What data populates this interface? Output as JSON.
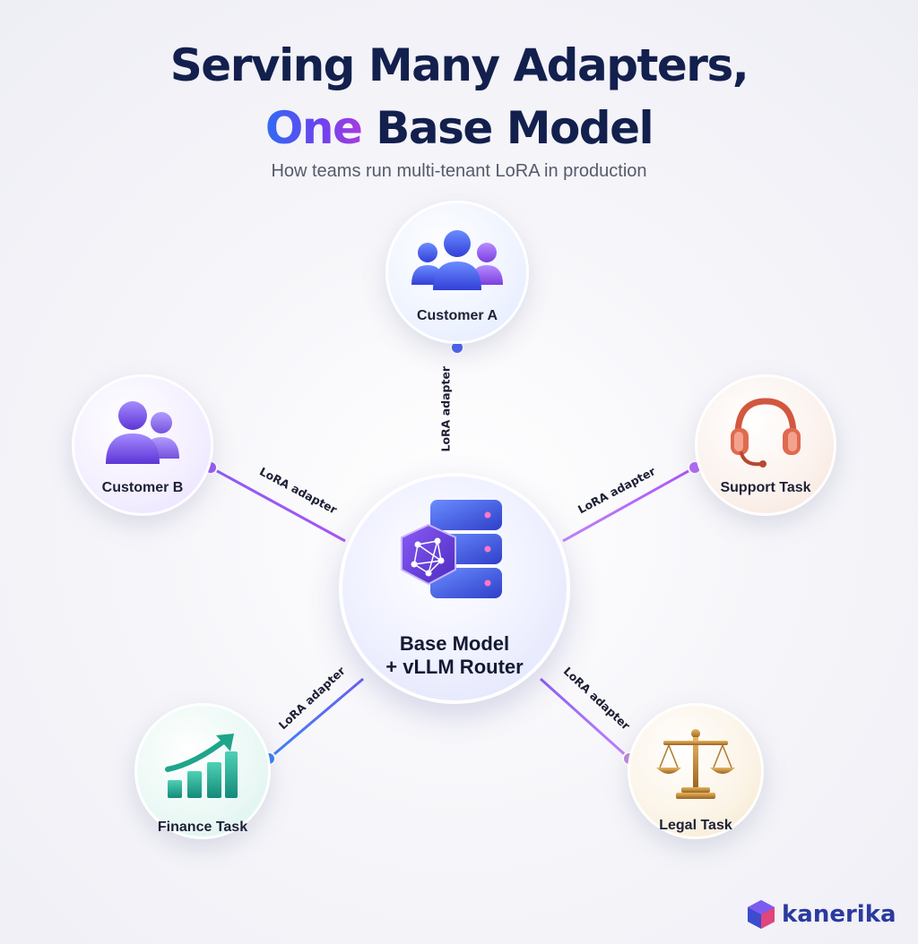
{
  "header": {
    "title_line1": "Serving Many Adapters,",
    "title_line2_accent": "One",
    "title_line2_rest": " Base Model",
    "subtitle": "How teams run multi-tenant LoRA in production"
  },
  "hub": {
    "line1": "Base Model",
    "line2": "+ vLLM Router",
    "icon": "server-stack-with-neural-network-icon"
  },
  "nodes": {
    "customer_a": {
      "label": "Customer A",
      "icon": "users-group-icon"
    },
    "customer_b": {
      "label": "Customer B",
      "icon": "users-icon"
    },
    "support": {
      "label": "Support Task",
      "icon": "headset-icon"
    },
    "finance": {
      "label": "Finance Task",
      "icon": "growth-bar-chart-icon"
    },
    "legal": {
      "label": "Legal Task",
      "icon": "scales-of-justice-icon"
    }
  },
  "edges": {
    "customer_a": "LoRA adapter",
    "customer_b": "LoRA adapter",
    "support": "LoRA adapter",
    "finance": "LoRA adapter",
    "legal": "LoRA adapter"
  },
  "brand": {
    "name": "kanerika",
    "icon": "cube-logo-icon"
  },
  "colors": {
    "title": "#13204d",
    "accent_start": "#2f6bf5",
    "accent_end": "#a53ce0",
    "edge_blue": "#4b63f0",
    "edge_purple": "#a855f7"
  }
}
